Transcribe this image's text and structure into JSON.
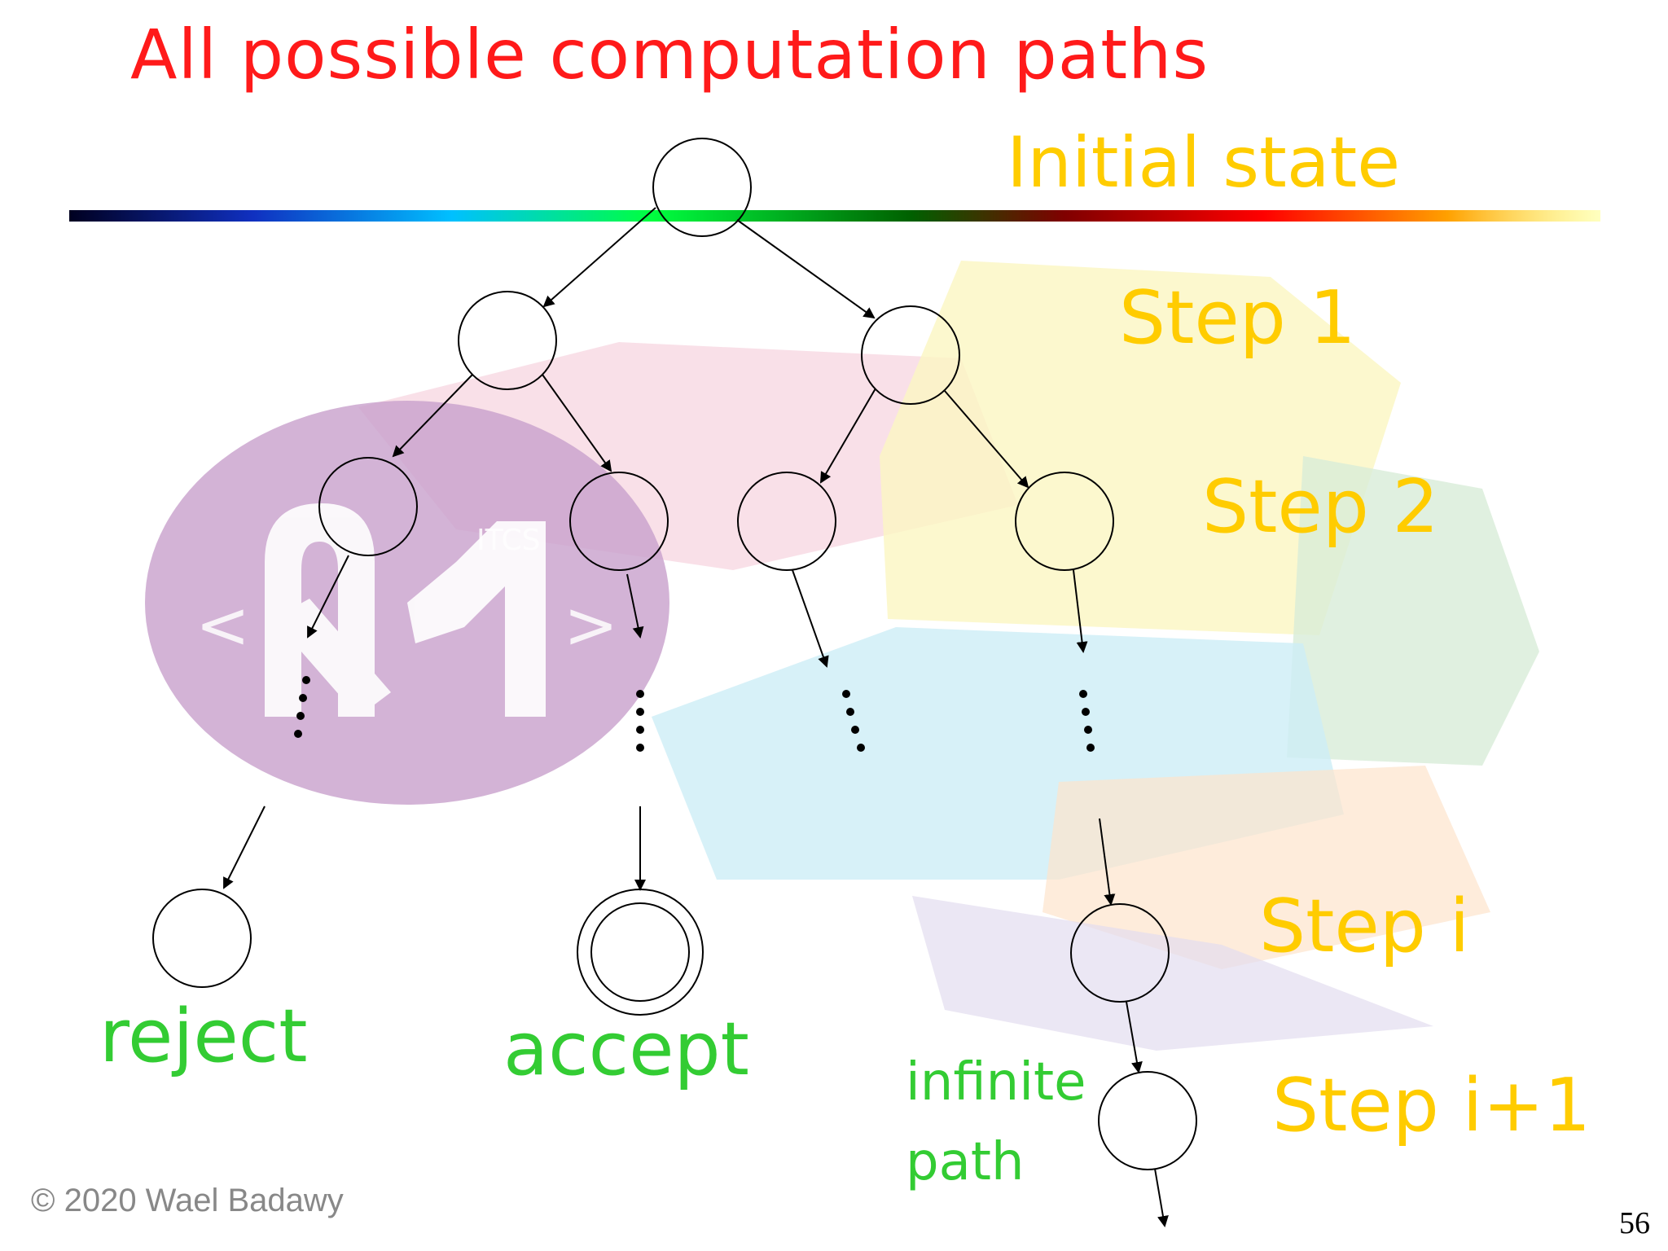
{
  "slide": {
    "title": "All possible computation paths",
    "copyright": "© 2020 Wael Badawy",
    "page_number": "56"
  },
  "levels": {
    "initial": "Initial state",
    "step1": "Step 1",
    "step2": "Step 2",
    "step_i": "Step i",
    "step_i1": "Step i+1"
  },
  "outcomes": {
    "reject": "reject",
    "accept": "accept",
    "infinite_line1": "infinite",
    "infinite_line2": "path"
  },
  "watermark": {
    "tag": "ITCS",
    "left_bracket": "<",
    "right_bracket": ">"
  },
  "colors": {
    "title": "#ff1a1a",
    "step_labels": "#ffcc00",
    "outcome_labels": "#33cc33",
    "watermark": "#c8a0cc"
  }
}
